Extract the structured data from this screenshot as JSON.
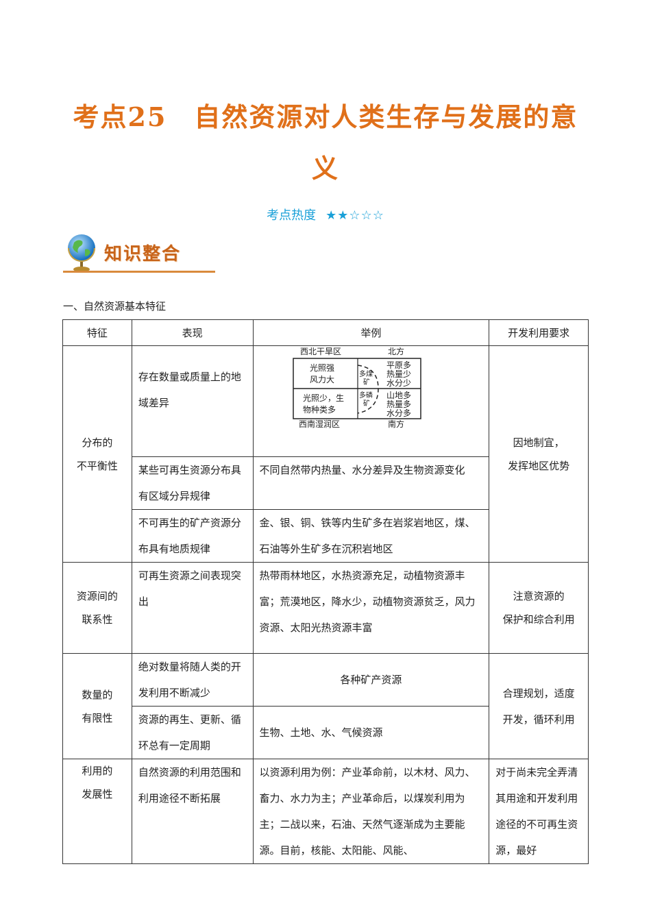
{
  "title_line1": "考点25　自然资源对人类生存与发展的意",
  "title_line2": "义",
  "heat": {
    "label": "考点热度",
    "stars": "★★☆☆☆",
    "level": 2,
    "max": 5
  },
  "banner_title": "知识整合",
  "section_heading": "一、自然资源基本特征",
  "table": {
    "headers": [
      "特征",
      "表现",
      "举例",
      "开发利用要求"
    ],
    "f1": "分布的\n不平衡性",
    "r1_e": "存在数量或质量上的地域差异",
    "diagram": {
      "nw": "西北干旱区",
      "n": "北方",
      "light_strong": "光照强",
      "wind_big": "风力大",
      "coal": "多煤\n矿",
      "plain": "平原多",
      "heat_less": "热量少",
      "water_less": "水分少",
      "light_less": "光照少，生",
      "species": "物种类多",
      "phos": "多磷\n矿",
      "mount": "山地多",
      "heat_more": "热量多",
      "water_more": "水分多",
      "sw": "西南湿润区",
      "s": "南方"
    },
    "req1": "因地制宜，\n发挥地区优势",
    "r2_e": "某些可再生资源分布具有区域分异规律",
    "r2_ex": "不同自然带内热量、水分差异及生物资源变化",
    "r3_e": "不可再生的矿产资源分布具有地质规律",
    "r3_ex": "金、银、铜、铁等内生矿多在岩浆岩地区，煤、石油等外生矿多在沉积岩地区",
    "f2": "资源间的\n联系性",
    "r4_e": "可再生资源之间表现突出",
    "r4_ex": "热带雨林地区，水热资源充足，动植物资源丰富；荒漠地区，降水少，动植物资源贫乏，风力资源、太阳光热资源丰富",
    "req2": "注意资源的\n保护和综合利用",
    "f3": "数量的\n有限性",
    "r5_e": "绝对数量将随人类的开发利用不断减少",
    "r5_ex": "各种矿产资源",
    "req3": "合理规划，适度\n开发，循环利用",
    "r6_e": "资源的再生、更新、循环总有一定周期",
    "r6_ex": "生物、土地、水、气候资源",
    "f4": "利用的\n发展性",
    "r7_e": "自然资源的利用范围和利用途径不断拓展",
    "r7_ex": "以资源利用为例：产业革命前，以木材、风力、畜力、水力为主；产业革命后，以煤炭利用为主；二战以来，石油、天然气逐渐成为主要能源。目前，核能、太阳能、风能、",
    "req4": "对于尚未完全弄清其用途和开发利用途径的不可再生资源，最好"
  }
}
